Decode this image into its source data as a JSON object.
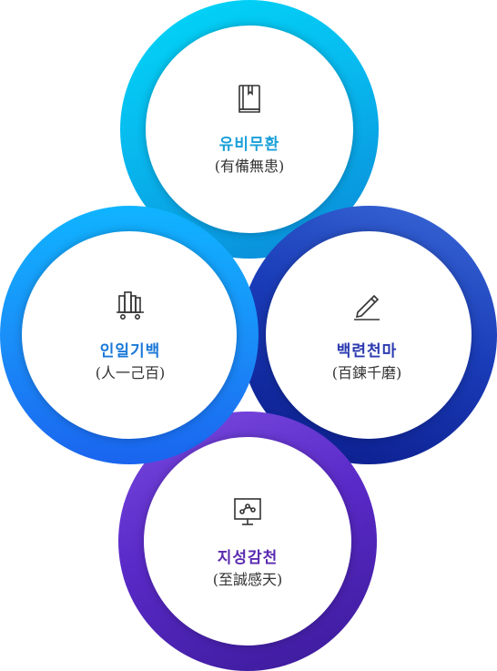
{
  "circles": {
    "top": {
      "title": "유비무환",
      "subtitle": "(有備無患)",
      "icon": "book-icon",
      "title_color": "#1aa0d8"
    },
    "left": {
      "title": "인일기백",
      "subtitle": "(人一己百)",
      "icon": "books-cart-icon",
      "title_color": "#1a78d8"
    },
    "right": {
      "title": "백련천마",
      "subtitle": "(百鍊千磨)",
      "icon": "pencil-icon",
      "title_color": "#2a3ab0"
    },
    "bottom": {
      "title": "지성감천",
      "subtitle": "(至誠感天)",
      "icon": "presentation-board-icon",
      "title_color": "#5a2ab0"
    }
  },
  "colors": {
    "top_ring": [
      "#00d4f4",
      "#0a7fd0"
    ],
    "left_ring": [
      "#0fb0ff",
      "#1a5ff0"
    ],
    "right_ring": [
      "#2a5ad8",
      "#0a1a80"
    ],
    "bottom_ring": [
      "#6a3ad8",
      "#3a1a90"
    ]
  }
}
